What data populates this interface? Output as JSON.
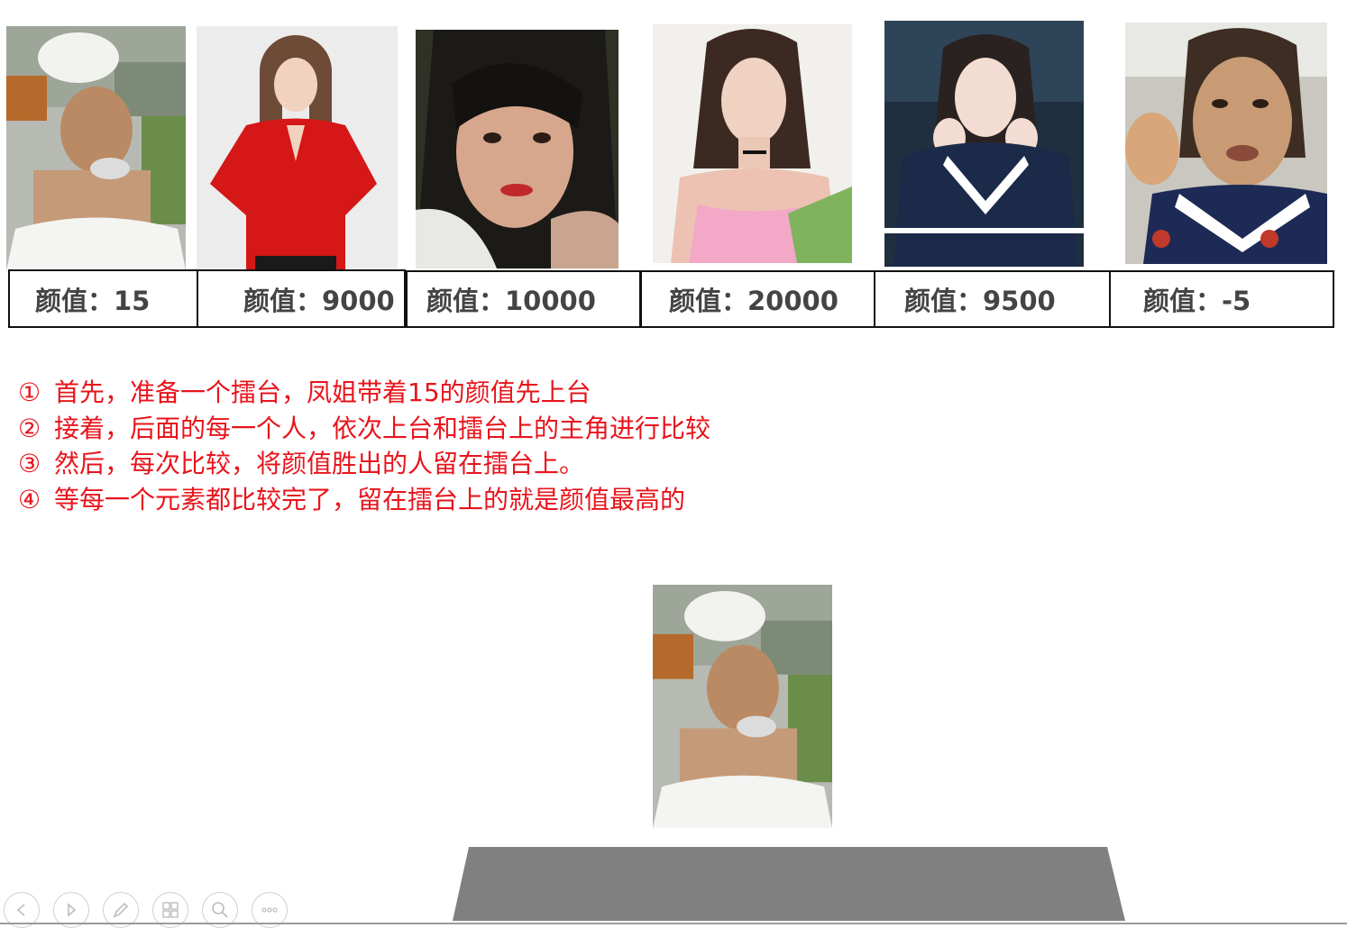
{
  "contestants": [
    {
      "score_label": "颜值：15"
    },
    {
      "score_label": "颜值：9000"
    },
    {
      "score_label": "颜值：10000"
    },
    {
      "score_label": "颜值：20000"
    },
    {
      "score_label": "颜值：9500"
    },
    {
      "score_label": "颜值：-5"
    }
  ],
  "steps": [
    {
      "num": "①",
      "text": "首先，准备一个擂台，凤姐带着15的颜值先上台"
    },
    {
      "num": "②",
      "text": "接着，后面的每一个人，依次上台和擂台上的主角进行比较"
    },
    {
      "num": "③",
      "text": "然后，每次比较，将颜值胜出的人留在擂台上。"
    },
    {
      "num": "④",
      "text": "等每一个元素都比较完了，留在擂台上的就是颜值最高的"
    }
  ],
  "colors": {
    "step_text": "#e8141c",
    "score_text": "#444444",
    "platform": "#808080"
  },
  "toolbar_icons": [
    "previous-icon",
    "next-icon",
    "pen-icon",
    "slides-icon",
    "zoom-icon",
    "more-icon"
  ]
}
